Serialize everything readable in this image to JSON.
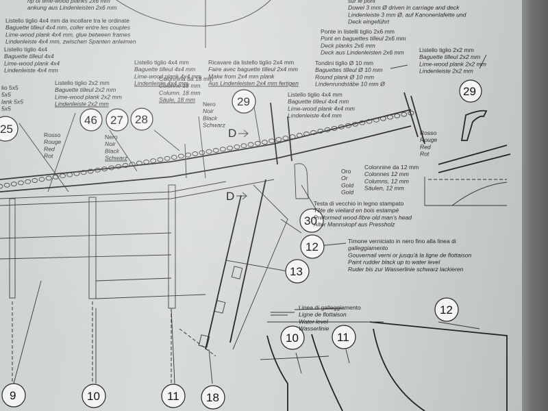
{
  "header": {
    "top_left": [
      "rip of lime-wood planks 2x6 mm",
      "ankung aus Lindenleisten 2x6 mm"
    ],
    "top_right": [
      "sur le pont",
      "Dowel 3 mm Ø driven in carriage and deck",
      "Lindenleiste 3 mm Ø, auf Kanonenlafette und",
      "Deck eingeführt"
    ]
  },
  "labels": {
    "ordinate": [
      "Listello tiglio 4x4 mm da incollare tra le ordinate",
      "Baguette tilleul 4x4 mm, coller entre les couples",
      "Lime-wood plank 4x4 mm, glue between frames",
      "Lindenleiste 4x4 mm, zwischen Spanten anleimen"
    ],
    "listello_left": [
      "Listello tiglio 4x4",
      "Baguette tilleul 4x4",
      "Lime-wood plank 4x4",
      "Lindenleiste 4x4 mm"
    ],
    "listello_5x5": [
      "lio 5x5",
      "5x5",
      "lank 5x5",
      "5x5"
    ],
    "listello_2x2_left": [
      "Listello tiglio 2x2 mm",
      "Baguette tilleul 2x2 mm",
      "Lime-wood plank 2x2 mm",
      "Lindenleiste 2x2 mm"
    ],
    "listello_4x4_mid": [
      "Listello tiglio 4x4 mm",
      "Baguette tilleul 4x4 mm",
      "Lime-wood plank 4x4 mm",
      "Lindenleiste 4x4 mm"
    ],
    "colonnina_18": [
      "Colonnina da 18 mm",
      "Colonne 18 mm",
      "Column, 18 mm",
      "Säule, 18 mm"
    ],
    "ricavare": [
      "Ricavare da listello tiglio 2x4 mm",
      "Faire avec baguette tilleul 2x4 mm",
      "Make from 2x4 mm plank",
      "Aus Lindenleisten 2x4 mm fertigen"
    ],
    "ponte": [
      "Ponte in listelli tiglio 2x6 mm",
      "Pont en baguettes tilleul 2x6 mm",
      "Deck planks 2x6 mm",
      "Deck aus Lindenleisten 2x6 mm"
    ],
    "tondini": [
      "Tondini tiglio Ø 10 mm",
      "Baguettes tilleul Ø 10 mm",
      "Round plank Ø 10 mm",
      "Lindenrundstäbe 10 mm Ø"
    ],
    "listello_2x2_right": [
      "Listello tiglio 2x2 mm",
      "Baguette tilleul 2x2 mm",
      "Lime-wood plank 2x2 mm",
      "Lindenleiste 2x2 mm"
    ],
    "nero": [
      "Nero",
      "Noir",
      "Black",
      "Schwarz"
    ],
    "listello_4x4_center": [
      "Listello tiglio 4x4 mm",
      "Baguette tilleul 4x4 mm",
      "Lime-wood plank 4x4 mm",
      "Lindenleiste 4x4 mm"
    ],
    "nero_small": [
      "Nero",
      "Noir",
      "Black",
      "Schwarz"
    ],
    "rosso_left": [
      "Rosso",
      "Rouge",
      "Red",
      "Rot"
    ],
    "rosso_right": [
      "Rosso",
      "Rouge",
      "Red",
      "Rot"
    ],
    "oro": [
      "Oro",
      "Or",
      "Gold",
      "Gold"
    ],
    "colonnine_12": [
      "Colonnine da 12 mm",
      "Colonnes 12 mm",
      "Columns, 12 mm",
      "Säulen, 12 mm"
    ],
    "testa": [
      "Testa di vecchio in legno stampato",
      "Tête de vieilard en bois estampé",
      "Preformed wood-fibre old man's head",
      "Alter Mannskopf aus Pressholz"
    ],
    "timone": [
      "Timone verniciato in nero fino alla linea di",
      "galleggiamento",
      "Gouvernail verni or jusqu'à la ligne de flottaison",
      "Paint rudder black up to water level",
      "Ruder bis zur Wasserlinie schwarz lackieren"
    ],
    "linea": [
      "Linea di galleggiamento",
      "Ligne de flottaison",
      "Water level",
      "Wasserlinie"
    ]
  },
  "section_marks": [
    "D",
    "D"
  ],
  "part_numbers": {
    "n25": "25",
    "n46": "46",
    "n27": "27",
    "n28": "28",
    "n29a": "29",
    "n29b": "29",
    "n30": "30",
    "n12a": "12",
    "n13": "13",
    "n12b": "12",
    "n10a": "10",
    "n11a": "11",
    "n9": "9",
    "n10b": "10",
    "n11b": "11",
    "n18": "18"
  }
}
